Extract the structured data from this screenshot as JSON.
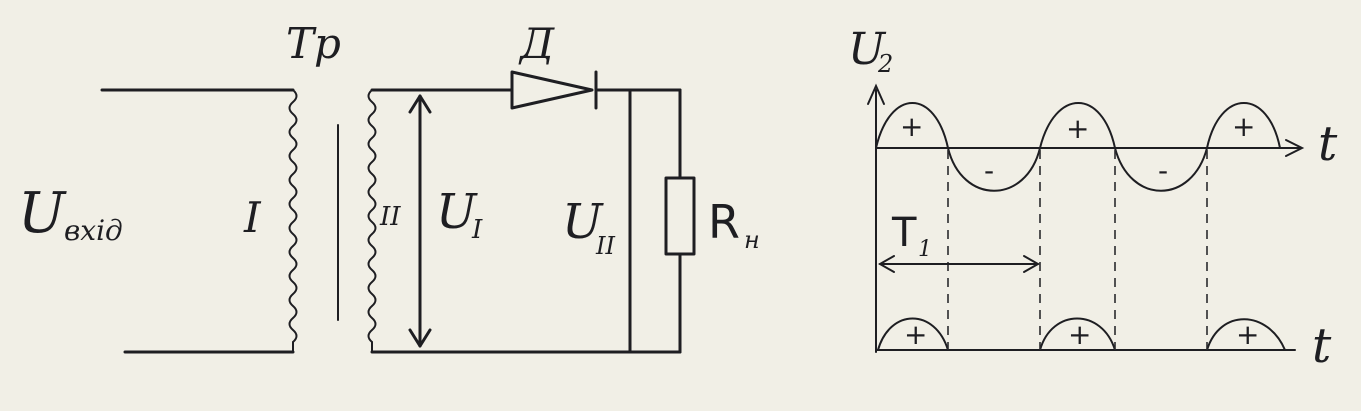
{
  "circuit": {
    "input_main": "U",
    "input_sub": "вхід",
    "primary_winding": "I",
    "transformer": "Тр",
    "secondary_winding": "II",
    "voltage_first": "U",
    "voltage_first_sub": "I",
    "diode": "Д",
    "voltage_second": "U",
    "voltage_second_sub": "II",
    "load_main": "R",
    "load_sub": "н"
  },
  "graph": {
    "y_axis_main": "U",
    "y_axis_sub": "2",
    "x_axis_top": "t",
    "x_axis_bottom": "t",
    "period_main": "T",
    "period_sub": "1",
    "plus": "+",
    "minus": "-"
  }
}
